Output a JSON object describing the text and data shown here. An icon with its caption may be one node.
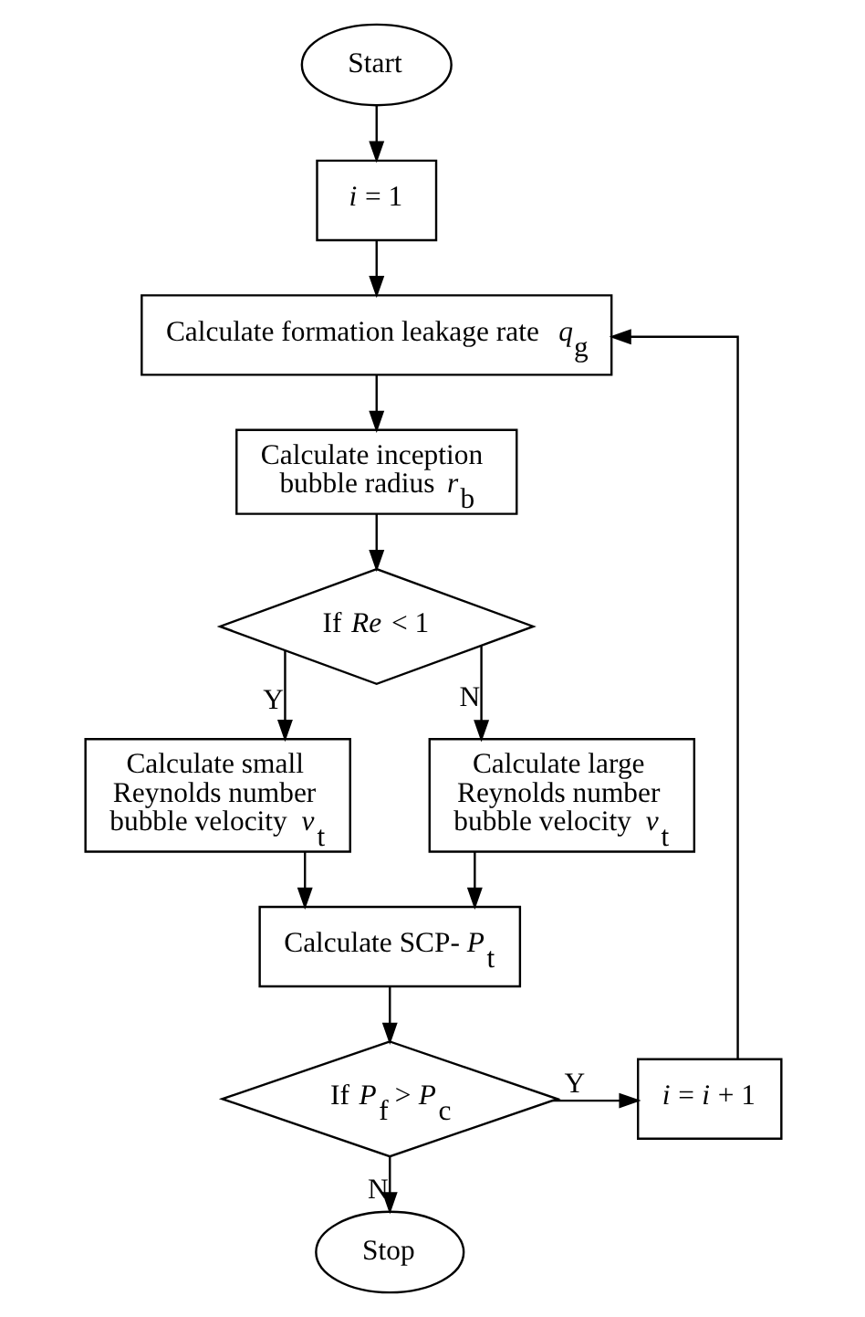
{
  "diagram": {
    "nodes": [
      {
        "text": [
          "Start"
        ]
      },
      {
        "text": [
          "*i* = 1"
        ]
      },
      {
        "text": [
          "Calculate formation leakage rate *q*$_{g}$"
        ]
      },
      {
        "text": [
          "Calculate inception bubble radius *r*$_{b}$"
        ]
      },
      {
        "text": [
          "If *Re* < 1"
        ]
      },
      {
        "text": [
          "Calculate small Reynolds number bubble velocity *v*$_{t}$"
        ]
      },
      {
        "text": [
          "Calculate large Reynolds number bubble velocity *v*$_{t}$"
        ]
      },
      {
        "text": [
          "Calculate SCP-*P*$_{t}$"
        ]
      },
      {
        "text": [
          "If *P*$_{f}$ > *P*$_{c}$"
        ]
      },
      {
        "text": [
          "Stop"
        ]
      },
      {
        "text": [
          "*i* = *i* + 1"
        ]
      }
    ],
    "edges": [
      {
        "from": 0,
        "to": 1,
        "arrow": "to"
      },
      {
        "from": 1,
        "to": 2,
        "arrow": "to"
      },
      {
        "from": 2,
        "to": 3,
        "arrow": "to"
      },
      {
        "from": 3,
        "to": 4,
        "arrow": "to"
      },
      {
        "from": 4,
        "to": 5,
        "arrow": "to",
        "label": "Y"
      },
      {
        "from": 4,
        "to": 6,
        "arrow": "to",
        "label": "N"
      },
      {
        "from": 5,
        "to": 7,
        "arrow": "to"
      },
      {
        "from": 6,
        "to": 7,
        "arrow": "to"
      },
      {
        "from": 7,
        "to": 8,
        "arrow": "to"
      },
      {
        "from": 8,
        "to": 10,
        "arrow": "to",
        "label": "Y"
      },
      {
        "from": 8,
        "to": 9,
        "arrow": "to",
        "label": "N"
      },
      {
        "from": 10,
        "to": 2,
        "arrow": "to"
      }
    ]
  }
}
